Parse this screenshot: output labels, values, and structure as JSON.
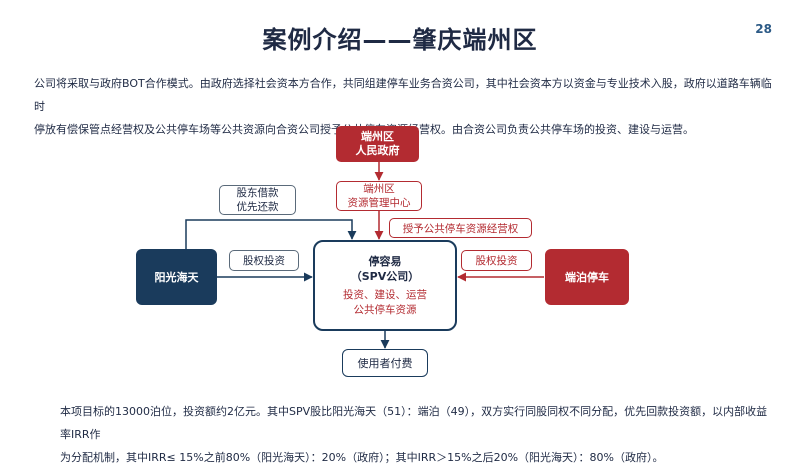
{
  "header": {
    "title": "案例介绍——肇庆端州区",
    "page_number": "28"
  },
  "intro": {
    "line1": "公司将采取与政府BOT合作模式。由政府选择社会资本方合作，共同组建停车业务合资公司，其中社会资本方以资金与专业技术入股，政府以道路车辆临时",
    "line2": "停放有偿保管点经营权及公共停车场等公共资源向合资公司授予公共停车资源经营权。由合资公司负责公共停车场的投资、建设与运营。"
  },
  "diagram": {
    "gov": {
      "line1": "端州区",
      "line2": "人民政府"
    },
    "resource_center": {
      "line1": "端州区",
      "line2": "资源管理中心"
    },
    "grant_label": "授予公共停车资源经营权",
    "loan_label": {
      "line1": "股东借款",
      "line2": "优先还款"
    },
    "yangguang": "阳光海天",
    "equity_left": "股权投资",
    "spv": {
      "line1": "停容易",
      "line2": "（SPV公司）",
      "line3": "投资、建设、运营",
      "line4": "公共停车资源"
    },
    "equity_right": "股权投资",
    "duanbo": "端泊停车",
    "users": "使用者付费"
  },
  "summary": {
    "line1": "本项目标的13000泊位，投资额约2亿元。其中SPV股比阳光海天（51）：端泊（49），双方实行同股同权不同分配，优先回款投资额，以内部收益率IRR作",
    "line2": "为分配机制，其中IRR≤ 15%之前80%（阳光海天）：20%（政府）；其中IRR＞15%之后20%（阳光海天）：80%（政府）。"
  },
  "colors": {
    "brand_red": "#b32b31",
    "brand_navy": "#1a3b5c",
    "text": "#1f2a44"
  }
}
